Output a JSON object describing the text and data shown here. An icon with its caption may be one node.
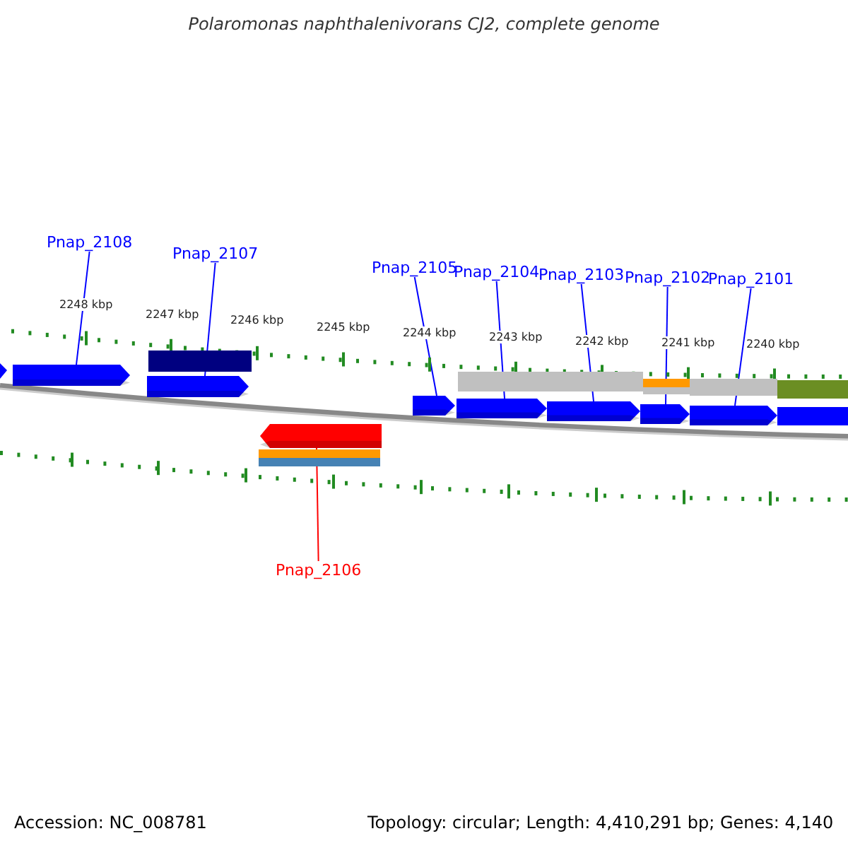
{
  "diagram": {
    "title": "Polaromonas naphthalenivorans CJ2, complete genome",
    "nodes": [
      {
        "text": [
          "Pnap_2108"
        ]
      },
      {
        "text": [
          "Pnap_2107"
        ]
      },
      {
        "text": [
          "Pnap_2105"
        ]
      },
      {
        "text": [
          "Pnap_2104"
        ]
      },
      {
        "text": [
          "Pnap_2103"
        ]
      },
      {
        "text": [
          "Pnap_2102"
        ]
      },
      {
        "text": [
          "Pnap_2101"
        ]
      },
      {
        "text": [
          "Pnap_2106"
        ]
      },
      {
        "text": [],
        "shape": "pentagon"
      },
      {
        "text": [],
        "shape": "pentagon"
      },
      {
        "text": [],
        "shape": "pentagon"
      },
      {
        "text": [],
        "shape": "pentagon"
      },
      {
        "text": [],
        "shape": "pentagon"
      },
      {
        "text": [],
        "shape": "pentagon"
      },
      {
        "text": [],
        "shape": "pentagon"
      },
      {
        "text": [],
        "shape": "pentagon"
      }
    ],
    "edges": [
      {
        "from": 0,
        "to": 8,
        "arrow": "none"
      },
      {
        "from": 1,
        "to": 9,
        "arrow": "none"
      },
      {
        "from": 2,
        "to": 11,
        "arrow": "none"
      },
      {
        "from": 3,
        "to": 12,
        "arrow": "none"
      },
      {
        "from": 4,
        "to": 13,
        "arrow": "none"
      },
      {
        "from": 5,
        "to": 14,
        "arrow": "none"
      },
      {
        "from": 6,
        "to": 15,
        "arrow": "none"
      },
      {
        "from": 7,
        "to": 10,
        "arrow": "none",
        "color": "#ff0000"
      }
    ],
    "labels": [
      "2248 kbp",
      "2247 kbp",
      "2246 kbp",
      "2245 kbp",
      "2244 kbp",
      "2243 kbp",
      "2242 kbp",
      "2241 kbp",
      "2240 kbp",
      "Accession: NC_008781",
      "Topology: circular; Length: 4,410,291 bp; Genes: 4,140"
    ]
  }
}
